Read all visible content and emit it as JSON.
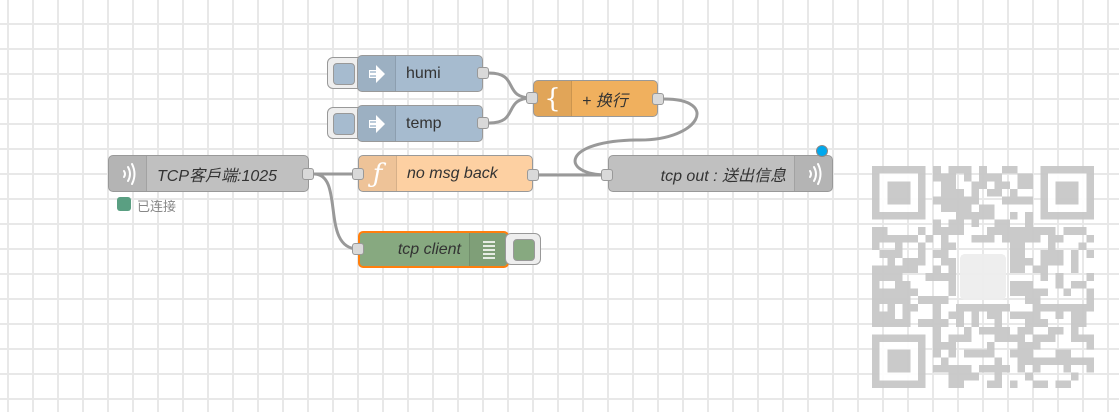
{
  "canvas": {
    "grid_color": "#e8e8e8",
    "background": "#ffffff",
    "wire_color": "#999999"
  },
  "nodes": [
    {
      "id": "inject-humi",
      "type": "inject",
      "label": "humi",
      "icon": "arrow-in-icon",
      "color": "#a6bbcf",
      "has_button": true
    },
    {
      "id": "inject-temp",
      "type": "inject",
      "label": "temp",
      "icon": "arrow-in-icon",
      "color": "#a6bbcf",
      "has_button": true
    },
    {
      "id": "template",
      "type": "template",
      "label": "+ 换行",
      "icon": "brace-icon",
      "color": "#f0b05e",
      "italic": true
    },
    {
      "id": "tcp-in",
      "type": "tcp in",
      "label": "TCP客戶端:1025",
      "icon": "tcp-icon",
      "color": "#c0c0c0",
      "italic": true,
      "status": {
        "text": "已连接",
        "color": "#5a9f82"
      }
    },
    {
      "id": "function",
      "type": "function",
      "label": "no msg back",
      "icon": "function-icon",
      "color": "#fdd0a2",
      "italic": true
    },
    {
      "id": "tcp-out",
      "type": "tcp out",
      "label": "tcp out : 送出信息",
      "icon": "tcp-icon",
      "color": "#c0c0c0",
      "italic": true,
      "changed_indicator_color": "#00a8ed"
    },
    {
      "id": "debug",
      "type": "debug",
      "label": "tcp client",
      "icon": "list-icon",
      "color": "#87a980",
      "italic": true,
      "selected": true,
      "selected_border_color": "#ff7f0e",
      "has_button": true
    }
  ],
  "wires": [
    {
      "from": "inject-humi",
      "to": "template"
    },
    {
      "from": "inject-temp",
      "to": "template"
    },
    {
      "from": "template",
      "to": "tcp-out"
    },
    {
      "from": "tcp-in",
      "to": "function"
    },
    {
      "from": "tcp-in",
      "to": "debug"
    },
    {
      "from": "function",
      "to": "tcp-out"
    }
  ],
  "watermark": {
    "type": "qr-code",
    "color": "#c8c8c8"
  }
}
